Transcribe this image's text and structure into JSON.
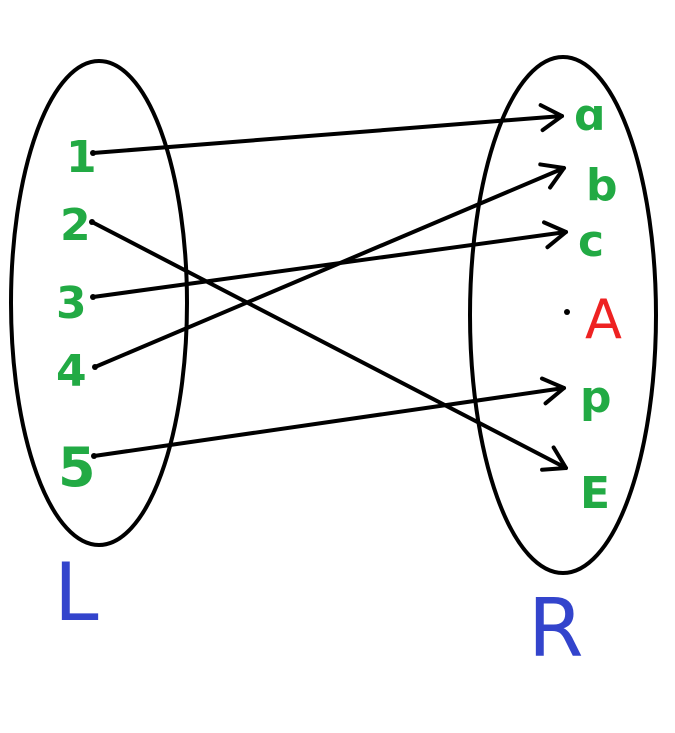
{
  "colors": {
    "element": "#22aa44",
    "highlight": "#ee2222",
    "set_label": "#3344cc",
    "ink": "#000000"
  },
  "sets": {
    "left": {
      "label": "L",
      "elements": [
        "1",
        "2",
        "3",
        "4",
        "5"
      ]
    },
    "right": {
      "label": "R",
      "elements": [
        "ɑ",
        "b",
        "c",
        "A",
        "p",
        "E"
      ]
    }
  },
  "mappings": [
    {
      "from": "1",
      "to": "ɑ"
    },
    {
      "from": "2",
      "to": "E"
    },
    {
      "from": "3",
      "to": "c"
    },
    {
      "from": "4",
      "to": "b"
    },
    {
      "from": "5",
      "to": "p"
    }
  ]
}
